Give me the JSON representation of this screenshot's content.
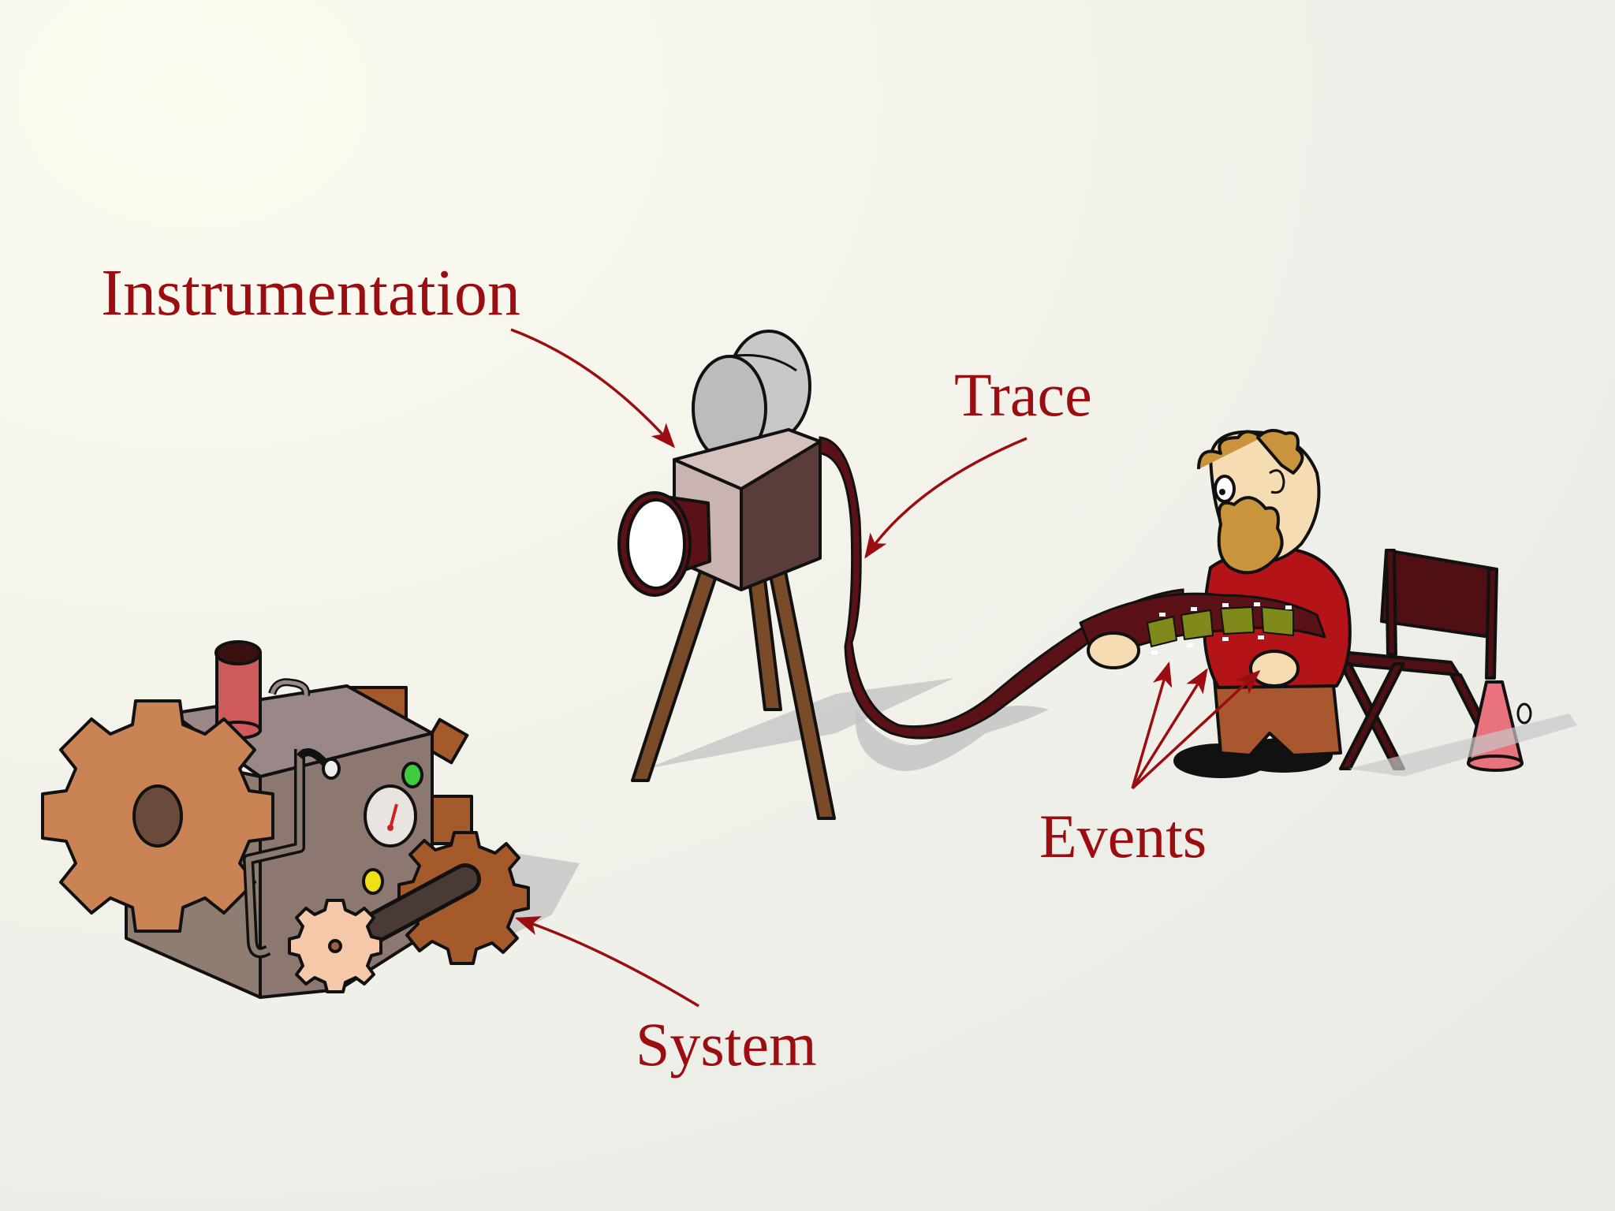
{
  "labels": {
    "instrumentation": "Instrumentation",
    "trace": "Trace",
    "events": "Events",
    "system": "System"
  },
  "colors": {
    "label": "#9b0d10",
    "arrow": "#9b0d10",
    "outline": "#111111",
    "background_light": "#fbfbf0",
    "background_dark": "#e9e9e6",
    "gear_large": "#c98355",
    "gear_small": "#f6c8aa",
    "gear_dark": "#a45a2a",
    "machine_side": "#8f7d72",
    "machine_top": "#9a8888",
    "chimney": "#cf5a5a",
    "camera_body": "#c9b4b2",
    "camera_side": "#5a3c3a",
    "film_reel": "#c8c8c8",
    "tripod": "#7a4b28",
    "film_strip": "#5a1216",
    "film_frame": "#7f8a1a",
    "person_shirt": "#b41417",
    "person_skin": "#f6dcb2",
    "person_hair": "#c9943c",
    "person_pants": "#a8572e",
    "chair_frame": "#501013",
    "megaphone": "#e8737c"
  },
  "illustrations": [
    "machine-with-gears",
    "film-camera-on-tripod",
    "film-strip",
    "bearded-man-reading-film",
    "directors-chair",
    "megaphone"
  ]
}
